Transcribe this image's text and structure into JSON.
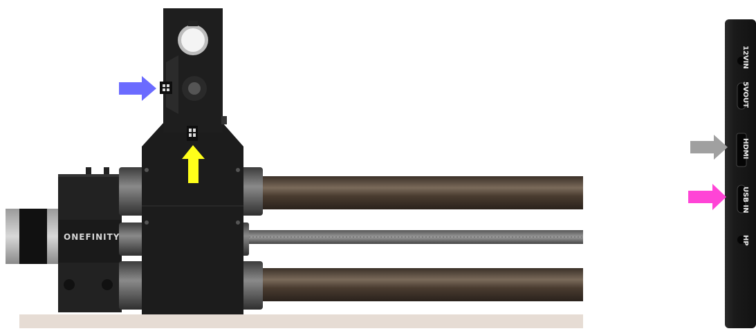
{
  "logo": {
    "text": "ONEFINITY"
  },
  "ports": [
    {
      "label": "12VIN"
    },
    {
      "label": "5VOUT"
    },
    {
      "label": "HDMI"
    },
    {
      "label": "USB IN"
    },
    {
      "label": "HP"
    }
  ],
  "colors": {
    "arrow_blue": "#6b6bff",
    "arrow_yellow": "#ffff1a",
    "arrow_gray": "#a0a0a0",
    "arrow_magenta": "#ff44d6"
  }
}
